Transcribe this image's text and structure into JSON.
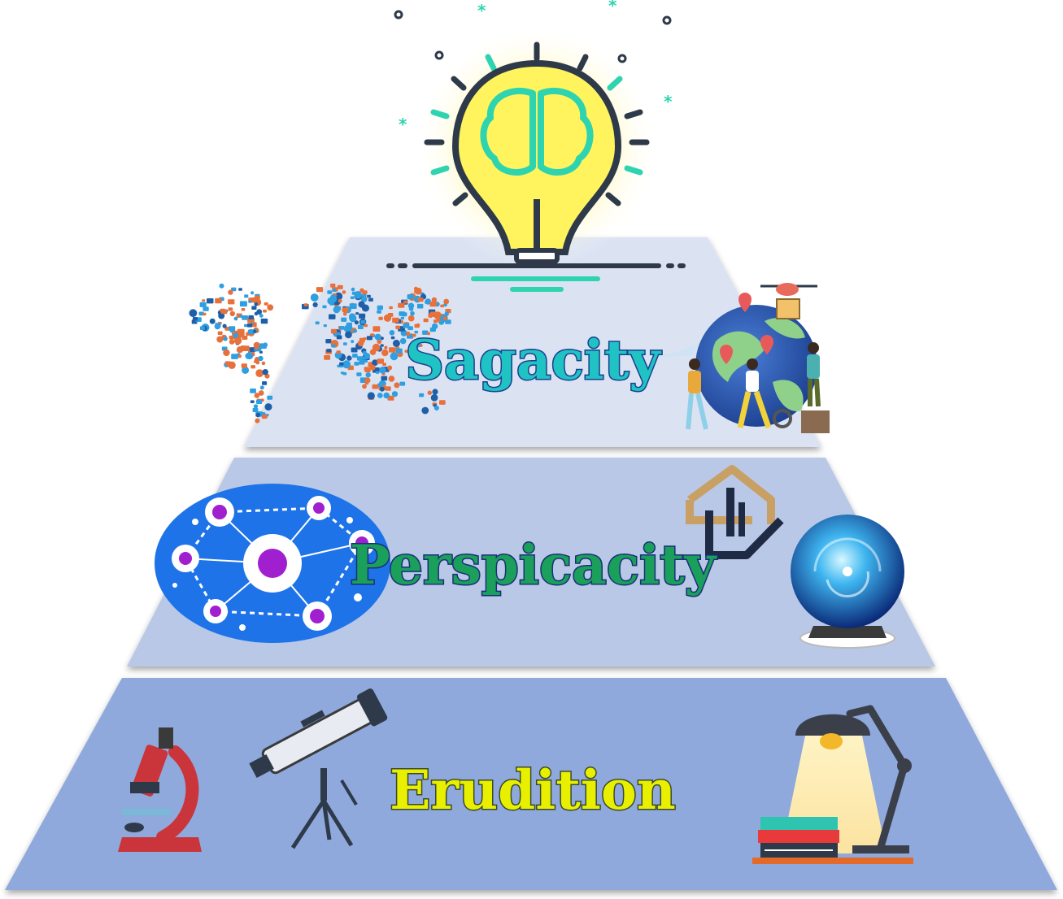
{
  "tiers": {
    "top": {
      "label": "Sagacity",
      "fill": "#dbe3f3",
      "text_fill": "#20c3c3",
      "text_stroke": "#1a3f8f"
    },
    "middle": {
      "label": "Perspicacity",
      "fill": "#b8c8e6",
      "text_fill": "#1aa05a",
      "text_stroke": "#1a2f7a"
    },
    "bottom": {
      "label": "Erudition",
      "fill": "#8fa9dc",
      "text_fill": "#e8f000",
      "text_stroke": "#3a4a2a"
    }
  },
  "colors": {
    "bulb_outline": "#2e3a4a",
    "bulb_rays": "#2ed3b0",
    "bulb_glow": "#fff36a",
    "network_bg": "#1e73e8",
    "node_accent": "#a020d0"
  },
  "icons": [
    "lightbulb-brain-icon",
    "world-map-icon",
    "globe-travel-icon",
    "network-icon",
    "abstract-logo-icon",
    "crystal-ball-icon",
    "microscope-icon",
    "telescope-icon",
    "desk-lamp-books-icon"
  ]
}
